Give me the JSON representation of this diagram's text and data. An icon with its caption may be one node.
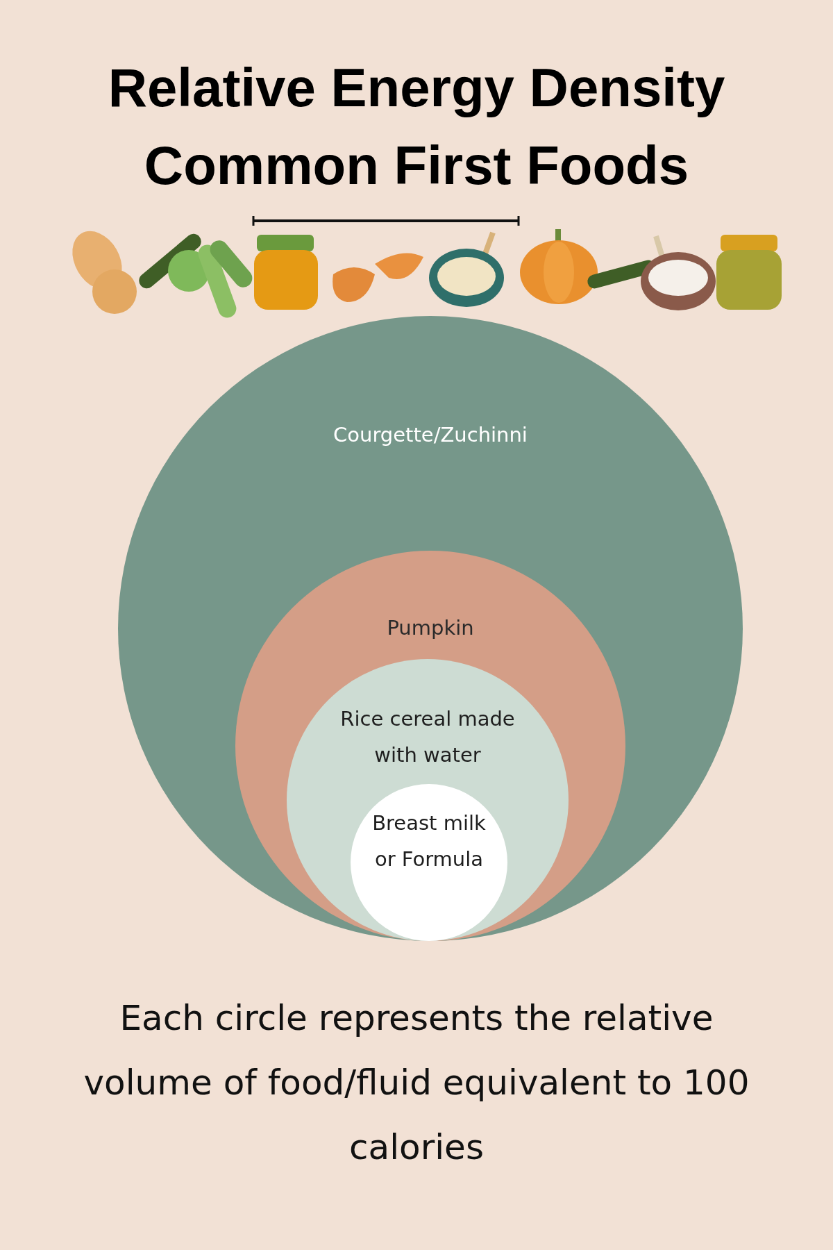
{
  "diagram": {
    "title": "Relative Energy Density Common First Foods",
    "nodes": [
      {
        "text": [
          "Courgette/Zuchinni"
        ]
      },
      {
        "text": [
          "Pumpkin"
        ],
        "in": 0
      },
      {
        "text": [
          "Rice cereal made with water"
        ],
        "in": 1
      },
      {
        "text": [
          "Breast milk or Formula"
        ],
        "in": 2
      }
    ],
    "caption": "Each circle represents the relative volume of food/fluid equivalent to 100 calories"
  }
}
